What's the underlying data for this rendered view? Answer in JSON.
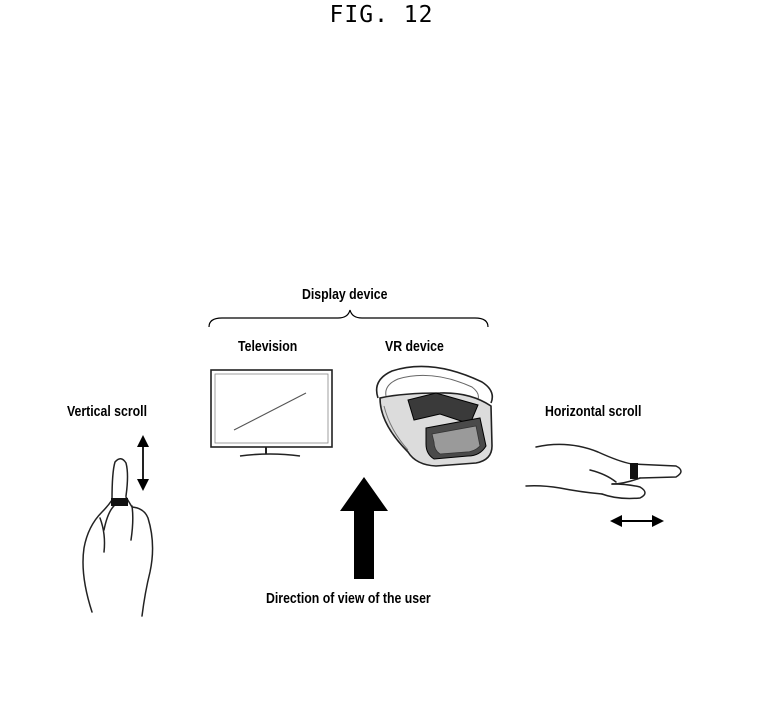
{
  "figure": {
    "title": "FIG. 12"
  },
  "labels": {
    "display_device": "Display device",
    "television": "Television",
    "vr_device": "VR device",
    "vertical_scroll": "Vertical scroll",
    "horizontal_scroll": "Horizontal scroll",
    "direction_of_view": "Direction of view of the user"
  }
}
